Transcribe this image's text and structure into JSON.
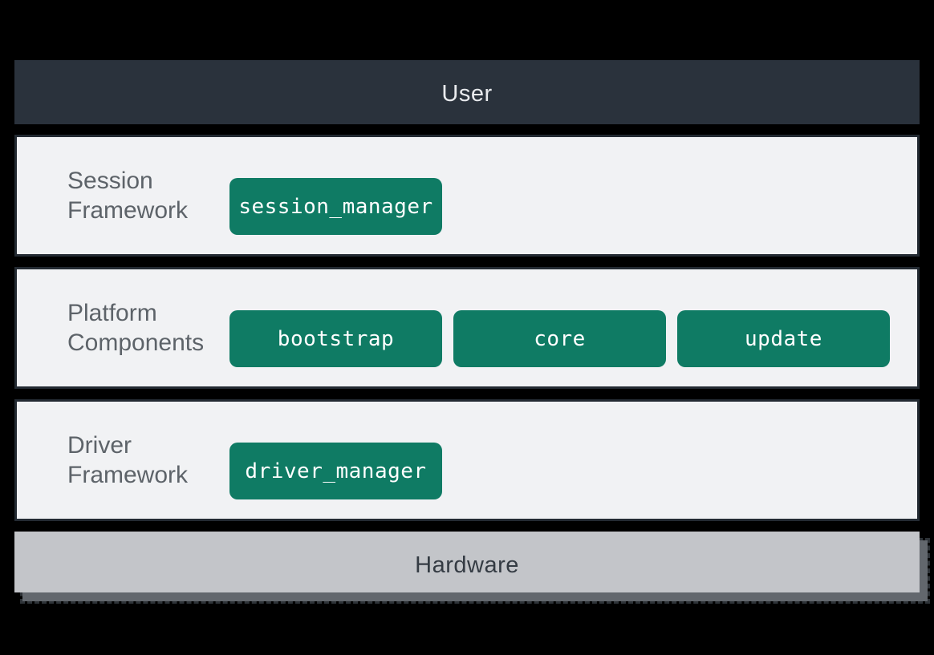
{
  "diagram": {
    "title_bar": {
      "label": "User"
    },
    "rows": [
      {
        "label_lines": [
          "Session",
          "Framework"
        ],
        "components": [
          "session_manager"
        ]
      },
      {
        "label_lines": [
          "Platform",
          "Components"
        ],
        "components": [
          "bootstrap",
          "core",
          "update"
        ]
      },
      {
        "label_lines": [
          "Driver",
          "Framework"
        ],
        "components": [
          "driver_manager"
        ]
      }
    ],
    "hardware_bar": {
      "label": "Hardware"
    },
    "colors": {
      "background": "#000000",
      "user_bar": "#2a323c",
      "panel_fill": "#f1f2f4",
      "panel_border": "#232a32",
      "component_green": "#0f7b64",
      "component_text": "#ffffff",
      "label_gray": "#5d6369",
      "hardware_fill": "#c3c5c9",
      "hardware_shadow": "#62676d",
      "hardware_text": "#343b43"
    }
  }
}
